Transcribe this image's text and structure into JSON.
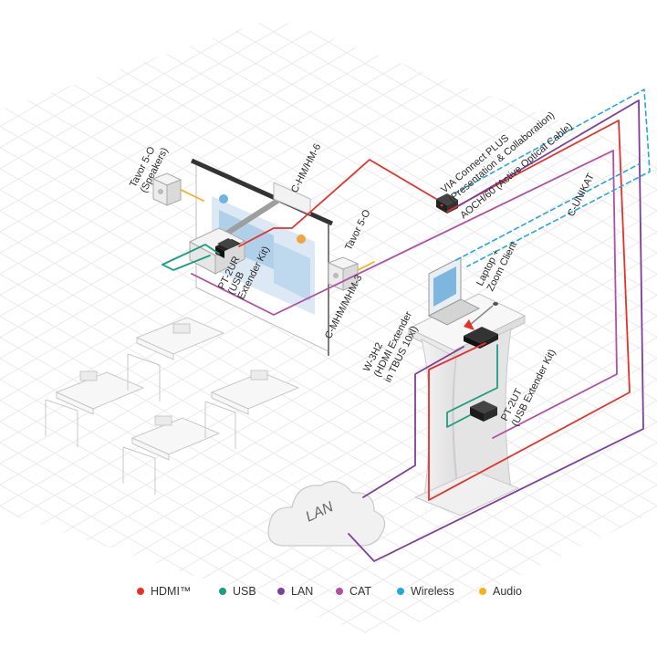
{
  "colors": {
    "hdmi": "#e4322b",
    "usb": "#1a9e82",
    "lan": "#7d3f98",
    "cat": "#b24ea3",
    "wireless": "#27a8d8",
    "audio": "#f1b31c"
  },
  "labels": {
    "speakers_left": [
      "Tavor 5-O",
      "(Speakers)"
    ],
    "c_hm": "C-HM/HM-6",
    "via": [
      "VIA Connect PLUS",
      "(Presentation & Collaboration)"
    ],
    "aoch": "AOCH/60 (Active Optical Cable)",
    "c_unikat": "C-UNIKAT",
    "tavor_right": "Tavor 5-O",
    "pt2ur": [
      "PT-2UR",
      "(USB",
      "Extender Kit)"
    ],
    "laptop": [
      "Laptop +",
      "Zoom Client"
    ],
    "c_mhm": "C-MHM/MHM-3",
    "w3h2": [
      "W-3H2",
      "(HDMI Extender",
      "in TBUS 10xl)"
    ],
    "pt2ut": [
      "PT-2UT",
      "(USB Extender Kit)"
    ],
    "lan_cloud": "LAN"
  },
  "legend": [
    {
      "label": "HDMI™",
      "color": "#e4322b"
    },
    {
      "label": "USB",
      "color": "#1a9e82"
    },
    {
      "label": "LAN",
      "color": "#7d3f98"
    },
    {
      "label": "CAT",
      "color": "#b24ea3"
    },
    {
      "label": "Wireless",
      "color": "#27a8d8"
    },
    {
      "label": "Audio",
      "color": "#f1b31c"
    }
  ]
}
